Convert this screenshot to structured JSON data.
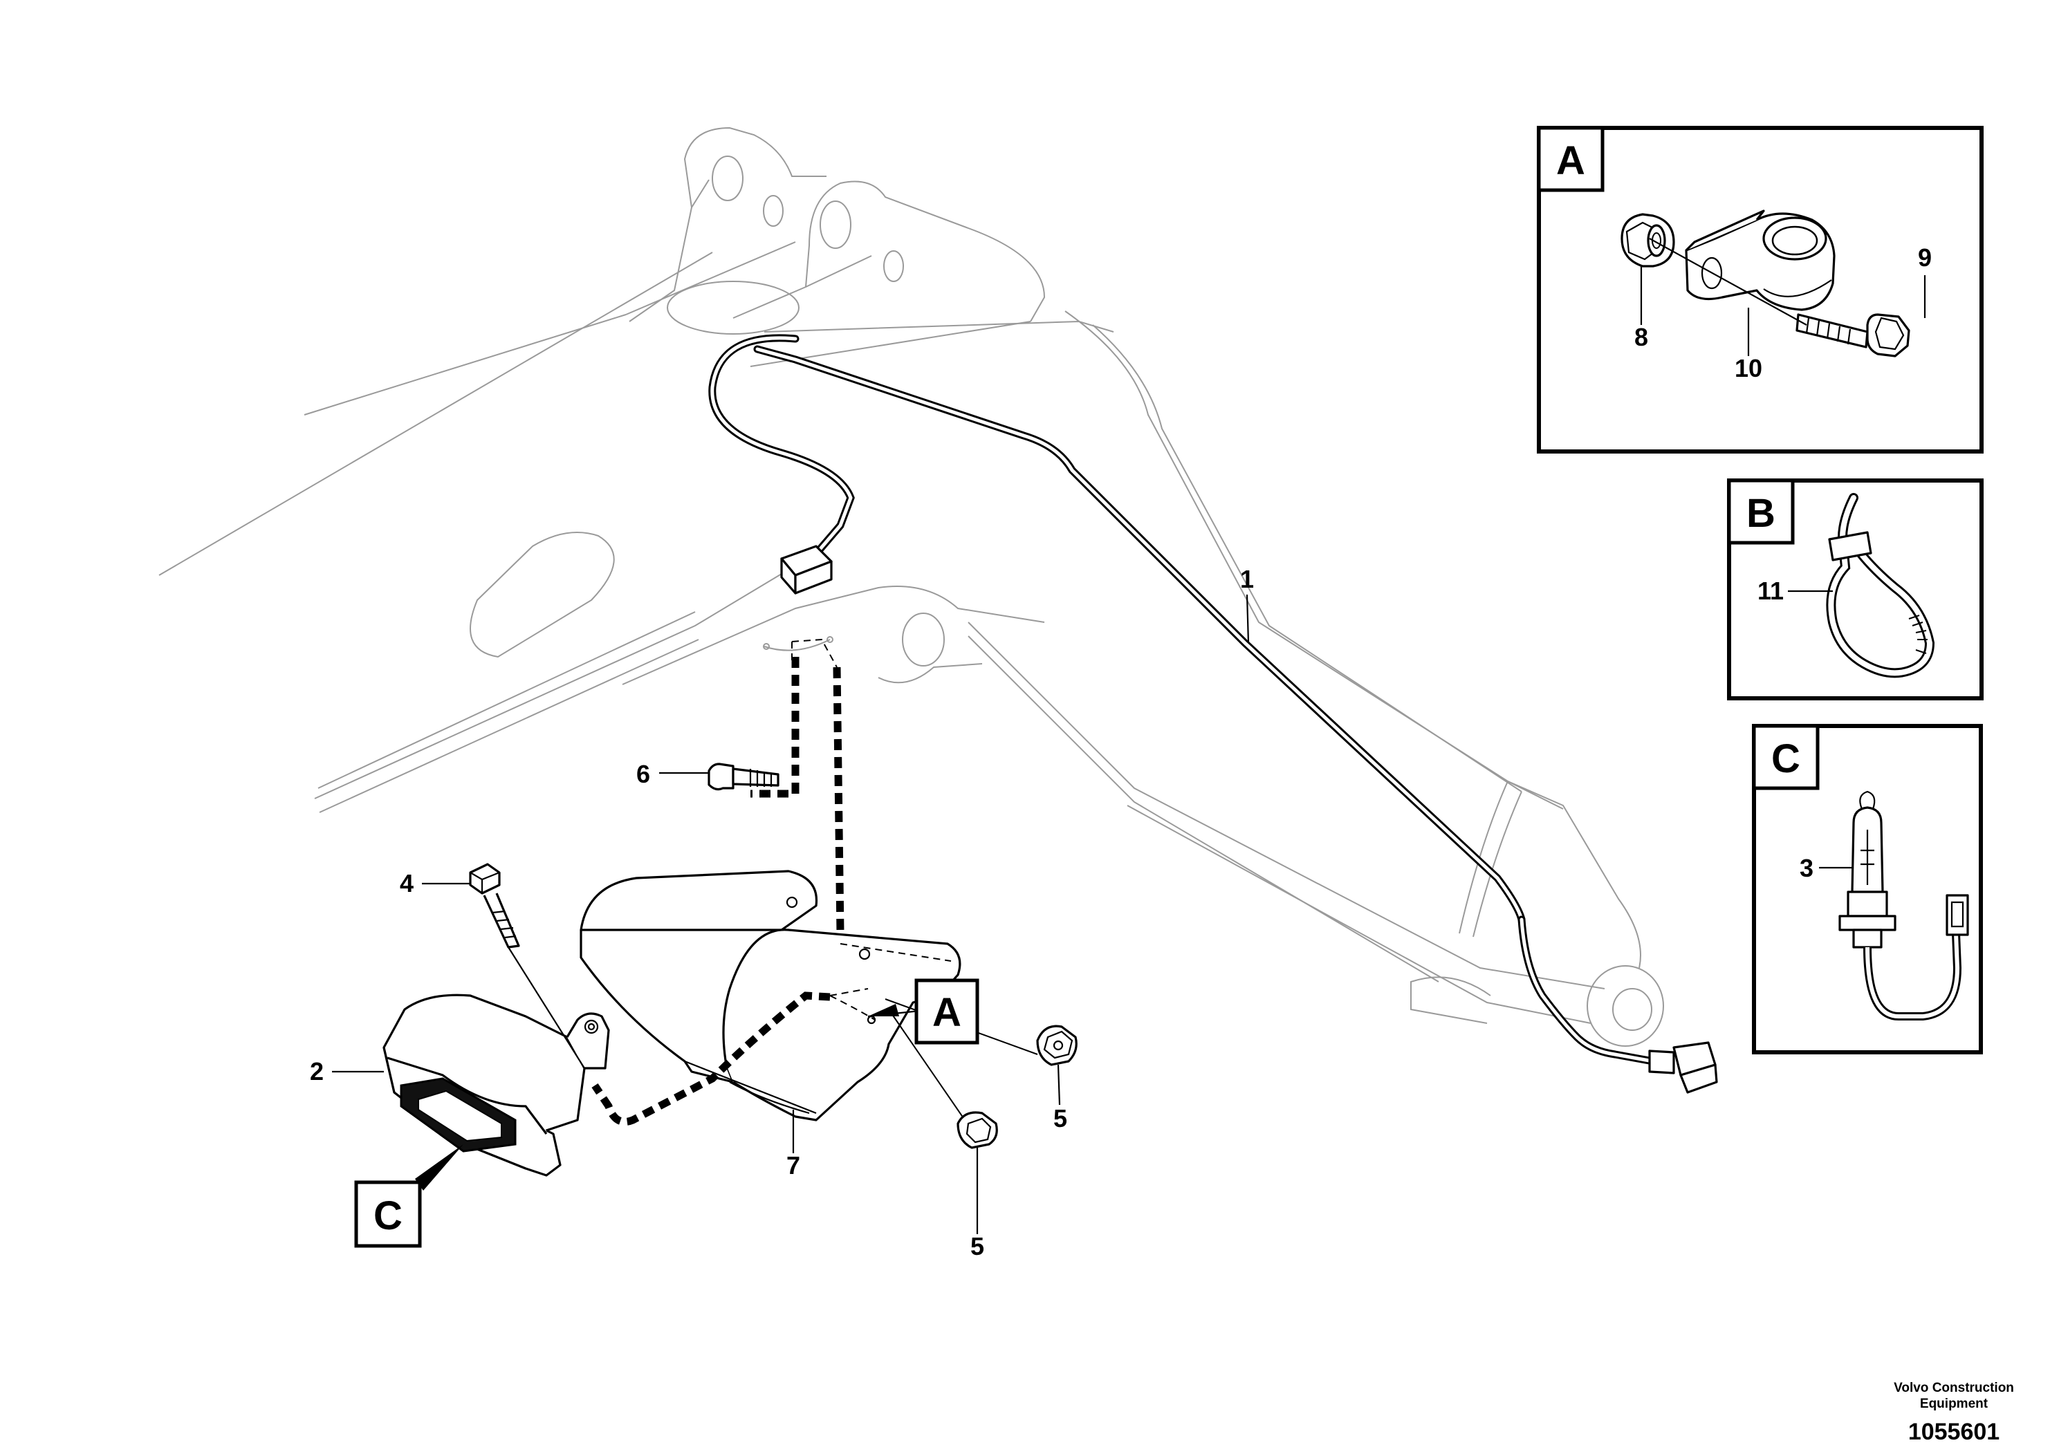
{
  "part_labels": {
    "p1": "1",
    "p2": "2",
    "p3": "3",
    "p4": "4",
    "p5a": "5",
    "p5b": "5",
    "p6": "6",
    "p7": "7",
    "p8": "8",
    "p9": "9",
    "p10": "10",
    "p11": "11"
  },
  "callouts": {
    "main_a": "A",
    "main_c": "C",
    "detail_a": "A",
    "detail_b": "B",
    "detail_c": "C"
  },
  "footer": {
    "company_line1": "Volvo Construction",
    "company_line2": "Equipment",
    "doc_number": "1055601"
  }
}
